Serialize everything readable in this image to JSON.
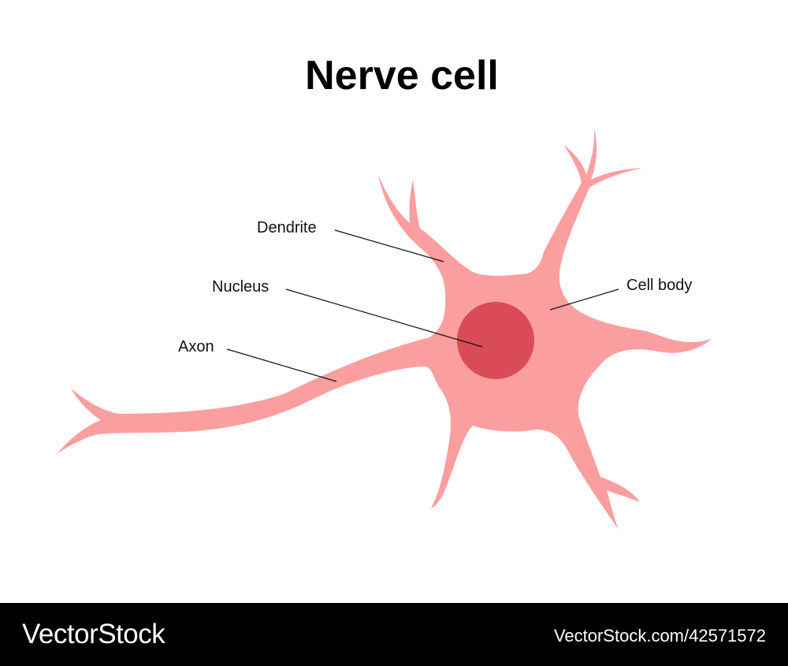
{
  "title": "Nerve cell",
  "labels": {
    "dendrite": "Dendrite",
    "nucleus": "Nucleus",
    "axon": "Axon",
    "cell_body": "Cell body"
  },
  "colors": {
    "cell": "#fb9ea0",
    "nucleus": "#d94b56",
    "leader_line": "#111111"
  },
  "footer": {
    "brand": "VectorStock",
    "url": "VectorStock.com/42571572"
  }
}
